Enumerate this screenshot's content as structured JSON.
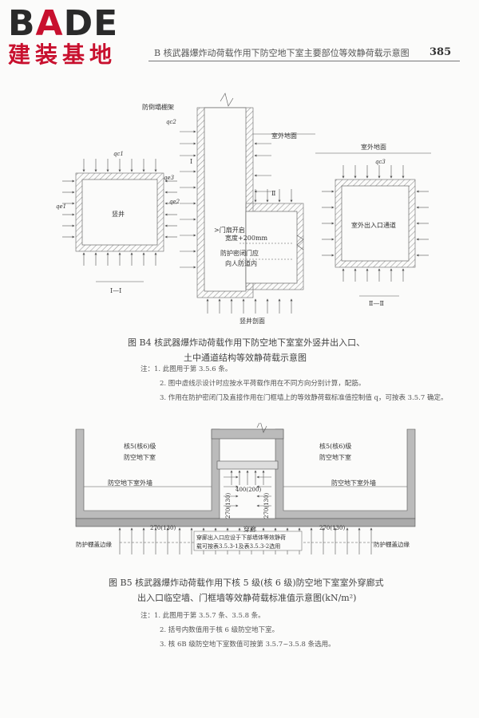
{
  "logo": {
    "brand_prefix": "B",
    "brand_accent": "A",
    "brand_suffix": "DE",
    "tagline": "建装基地",
    "accent_color": "#c8102e"
  },
  "header": {
    "running_head": "B  核武器爆炸动荷载作用下防空地下室主要部位等效静荷载示意图",
    "page_number": "385"
  },
  "figure_b4": {
    "labels": {
      "smoke": "防倒塌棚架",
      "ground_right": "室外地面",
      "ground_far": "室外地面",
      "shaft": "竖井",
      "section_1": "Ⅰ—Ⅰ",
      "door_open": ">门扇开启",
      "width": "宽度+200mm",
      "door_wall": "防护密闭门应",
      "inward": "向人防道内",
      "plan": "竖井剖面",
      "tunnel": "室外出入口通道",
      "section_2": "Ⅱ—Ⅱ",
      "mark_1": "Ⅰ",
      "mark_2": "Ⅱ"
    },
    "loads": {
      "qc1": "qc1",
      "qc2": "qc2",
      "qe1": "qe1",
      "qe2": "qe2",
      "qe3": "qe3",
      "qc3": "qc3"
    },
    "caption_line1": "图 B4   核武器爆炸动荷载作用下防空地下室室外竖井出入口、",
    "caption_line2": "土中通道结构等效静荷载示意图",
    "notes": [
      "注：1. 此图用于第 3.5.6 条。",
      "2. 图中虚线示设计时应按水平荷载作用在不同方向分别计算，配筋。",
      "3. 作用在防护密闭门及直接作用在门框墙上的等效静荷载标准值控制值 q，可按表 3.5.7 确定。"
    ]
  },
  "figure_b5": {
    "labels": {
      "room_left_1": "核5(核6)级",
      "room_left_2": "防空地下室",
      "room_right_1": "核5(核6)级",
      "room_right_2": "防空地下室",
      "wall_left": "防空地下室外墙",
      "wall_right": "防空地下室外墙",
      "dim_top": "400(200)",
      "dim_left": "270(130)",
      "dim_right": "270(130)",
      "dim_bl": "270(130)",
      "dim_br": "270(130)",
      "corridor": "穿廊",
      "edge_left": "防护棚盖边缘",
      "edge_right": "防护棚盖边缘",
      "note_box_1": "穿廊出入口应设于下部墙体等效静荷",
      "note_box_2": "载可按表3.5.3-1及表3.5.3-2选用"
    },
    "caption_line1": "图 B5   核武器爆炸动荷载作用下核 5 级(核 6 级)防空地下室室外穿廊式",
    "caption_line2": "出入口临空墙、门框墙等效静荷载标准值示意图(kN/m²)",
    "notes": [
      "注：1. 此图用于第 3.5.7 条、3.5.8 条。",
      "2. 括号内数值用于核 6 级防空地下室。",
      "3. 核 6B 级防空地下室数值可按第 3.5.7~3.5.8 条选用。"
    ]
  }
}
